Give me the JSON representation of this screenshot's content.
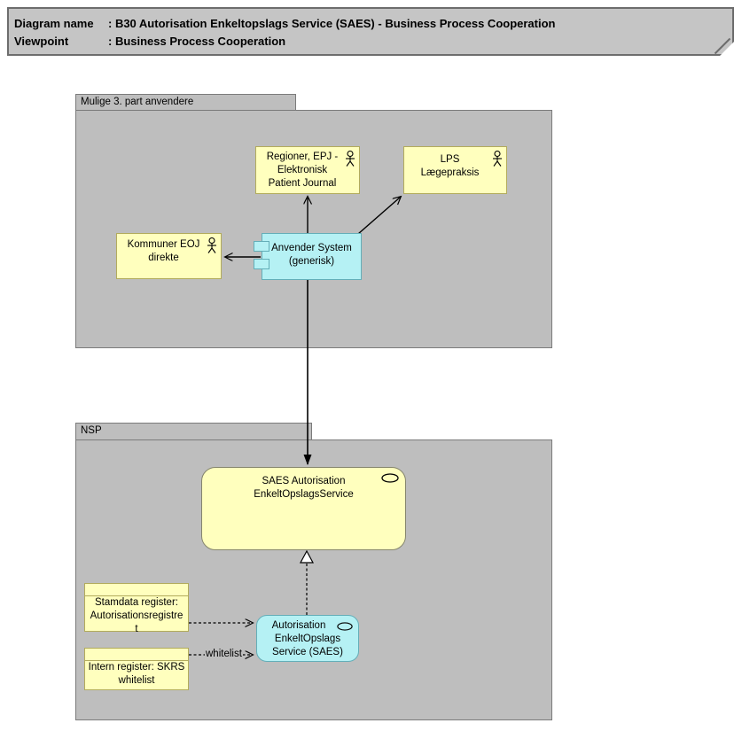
{
  "title": {
    "rows": [
      {
        "label": "Diagram name",
        "value": ": B30 Autorisation Enkeltopslags Service (SAES) - Business Process Cooperation"
      },
      {
        "label": "Viewpoint",
        "value": ": Business Process Cooperation"
      }
    ]
  },
  "groups": {
    "third_party": {
      "label": "Mulige 3. part anvendere"
    },
    "nsp": {
      "label": "NSP"
    }
  },
  "nodes": {
    "regioner": {
      "line1": "Regioner, EPJ -",
      "line2": "Elektronisk",
      "line3": "Patient Journal",
      "icon": "business-actor"
    },
    "lps": {
      "line1": "LPS",
      "line2": "Lægepraksis",
      "icon": "business-actor"
    },
    "kommuner": {
      "line1": "Kommuner EOJ",
      "line2": "direkte",
      "icon": "business-actor"
    },
    "anvender": {
      "line1": "Anvender System",
      "line2": "(generisk)",
      "icon": "application-component"
    },
    "saes_service": {
      "line1": "SAES Autorisation",
      "line2": "EnkeltOpslagsService",
      "icon": "service"
    },
    "stamdata": {
      "line1": "Stamdata register:",
      "line2": "Autorisationsregistre",
      "line3": "t"
    },
    "intern": {
      "line1": "Intern register: SKRS",
      "line2": "whitelist"
    },
    "autorisation": {
      "line1": "Autorisation",
      "line2": "EnkeltOpslags",
      "line3": "Service (SAES)",
      "icon": "service"
    }
  },
  "edges": {
    "whitelist_label": "whitelist"
  },
  "colors": {
    "note_fill": "#c5c5c5",
    "note_border": "#6d6d6d",
    "group_fill": "#bebebe",
    "group_border": "#7b7b7b",
    "yellow_fill": "#ffffbe",
    "yellow_border": "#b2ab5c",
    "yellow_round_border": "#85856d",
    "cyan_fill": "#b5f1f4",
    "cyan_border": "#64aeb8"
  }
}
